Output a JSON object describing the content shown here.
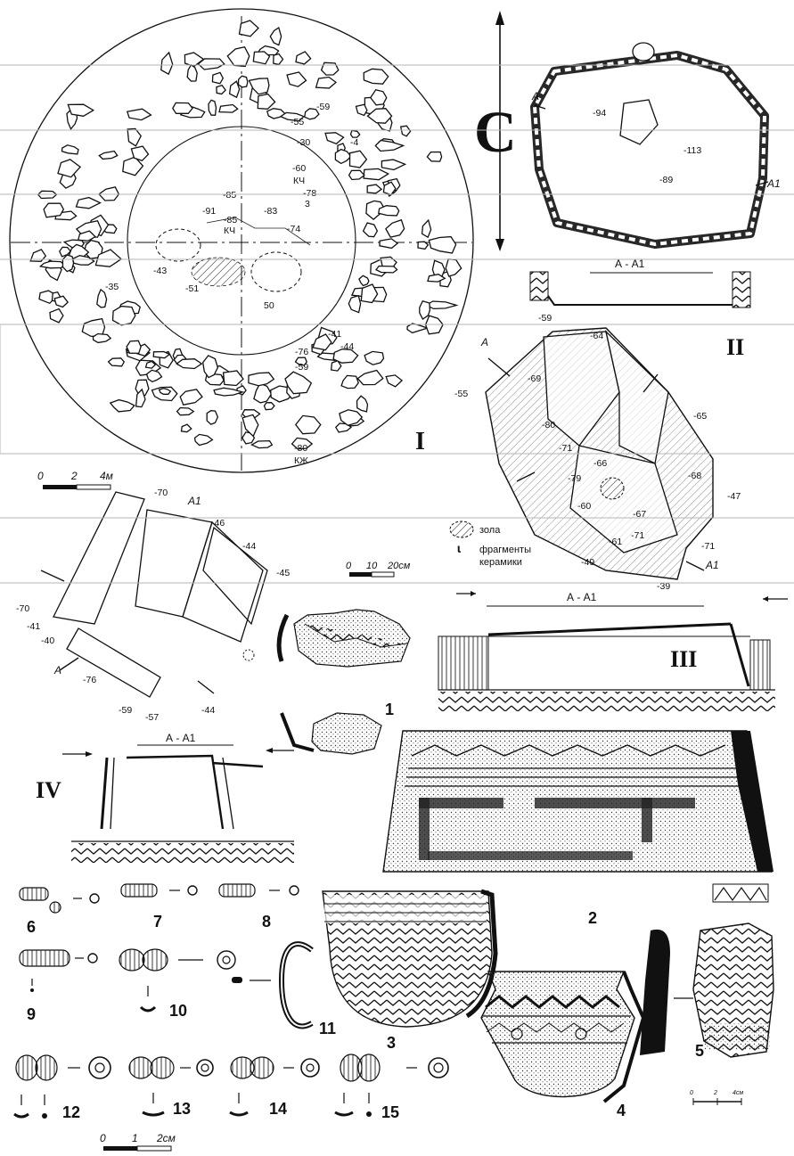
{
  "figure": {
    "part_labels": {
      "I": "I",
      "II": "II",
      "III": "III",
      "IV": "IV",
      "north": "С"
    },
    "section_label": "А - А1",
    "section_ends": {
      "a": "А",
      "a1": "А1"
    },
    "scales": {
      "site": [
        "0",
        "2",
        "4м"
      ],
      "burial": [
        "0",
        "10",
        "20см"
      ],
      "beads": [
        "0",
        "1",
        "2см"
      ],
      "vessel": [
        "0",
        "2",
        "4см"
      ]
    },
    "legend": {
      "ash": "зола",
      "ceramics_line1": "фрагменты",
      "ceramics_line2": "керамики"
    },
    "find_numbers": [
      "1",
      "2",
      "3",
      "4",
      "5",
      "6",
      "7",
      "8",
      "9",
      "10",
      "11",
      "12",
      "13",
      "14",
      "15"
    ],
    "marks_I": {
      "m55": "-55",
      "m59": "-59",
      "m30": "-30",
      "m4": "-4",
      "m60": "-60",
      "kch1": "КЧ",
      "m78": "-78",
      "n3": "3",
      "m85a": "-85",
      "m91": "-91",
      "m85b": "-85",
      "kch2": "КЧ",
      "m83": "-83",
      "m74": "-74",
      "m43": "-43",
      "m51": "-51",
      "m35": "-35",
      "n50": "50",
      "m76": "-76",
      "m41": "-41",
      "m44": "-44",
      "m59b": "-59",
      "m80": "-80",
      "kzh": "КЖ"
    },
    "marks_topright": {
      "m94": "-94",
      "m113": "-113",
      "m89": "-89"
    },
    "marks_II": {
      "m59": "-59",
      "m64": "-64",
      "m69": "-69",
      "m55": "-55",
      "m65": "-65",
      "m80": "-80",
      "m71": "-71",
      "m66": "-66",
      "m68": "-68",
      "m79": "-79",
      "m47": "-47",
      "m60": "-60",
      "m67": "-67",
      "m71b": "-71",
      "m61": "-61",
      "m71c": "-71",
      "m49": "-49",
      "m39": "-39"
    },
    "marks_left": {
      "m70a": "-70",
      "m46": "-46",
      "m44": "-44",
      "m45": "-45",
      "m70b": "-70",
      "m41": "-41",
      "m40": "-40",
      "m76": "-76",
      "m59": "-59",
      "m57": "-57",
      "m44b": "-44"
    },
    "colors": {
      "ink": "#111111",
      "paper": "#ffffff",
      "scan_band": "#b5b5b5"
    }
  }
}
